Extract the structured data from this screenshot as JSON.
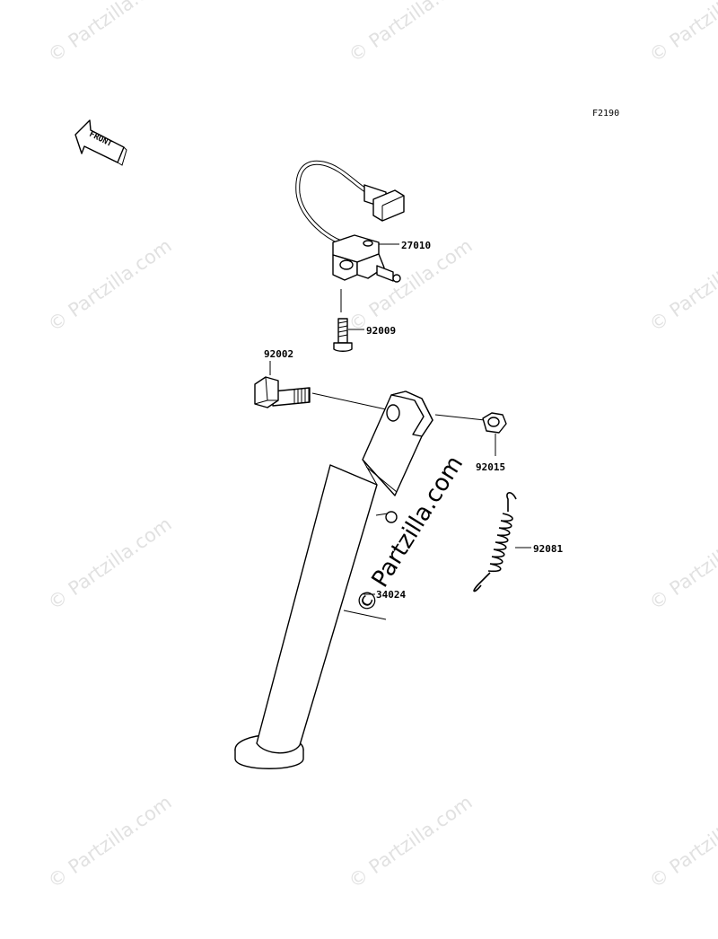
{
  "figure_code": "F2190",
  "front_label": "FRONT",
  "watermark": "© Partzilla.com",
  "watermark_center": "© Partzilla.com",
  "callouts": {
    "switch": "27010",
    "bolt_small": "92009",
    "bolt_pivot": "92002",
    "nut": "92015",
    "spring": "92081",
    "stand": "34024"
  }
}
